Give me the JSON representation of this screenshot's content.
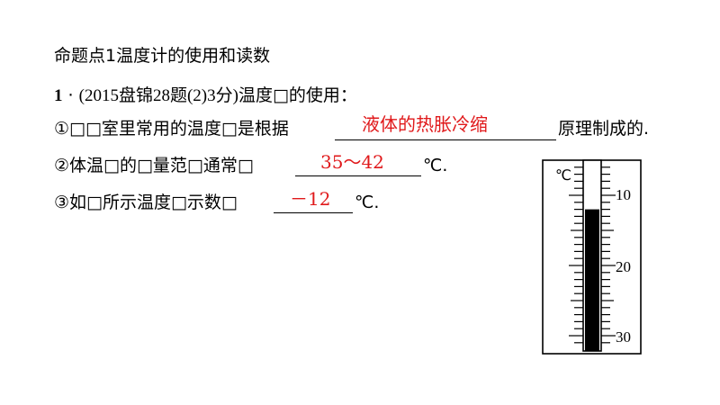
{
  "section": {
    "title": "命题点1温度计的使用和读数"
  },
  "question": {
    "number": "1",
    "separator": "·",
    "source": "(2015盘锦28题(2)3分)",
    "stem": "温度□的使用："
  },
  "items": [
    {
      "prefix": "①□□室里常用的温度□是根据",
      "answer": "液体的热胀冷缩",
      "suffix": "原理制成的."
    },
    {
      "prefix": "②体温□的□量范□通常□",
      "answer": "35～42",
      "suffix": "℃."
    },
    {
      "prefix": "③如□所示温度□示数□",
      "answer": "－12",
      "suffix": "℃."
    }
  ],
  "thermometer": {
    "unit": "℃",
    "tick_labels": [
      "10",
      "20",
      "30"
    ],
    "reading": 12,
    "scale_min": 10,
    "scale_max": 30,
    "liquid_color": "#000000"
  },
  "colors": {
    "answer": "#e0191b",
    "text": "#000000"
  }
}
